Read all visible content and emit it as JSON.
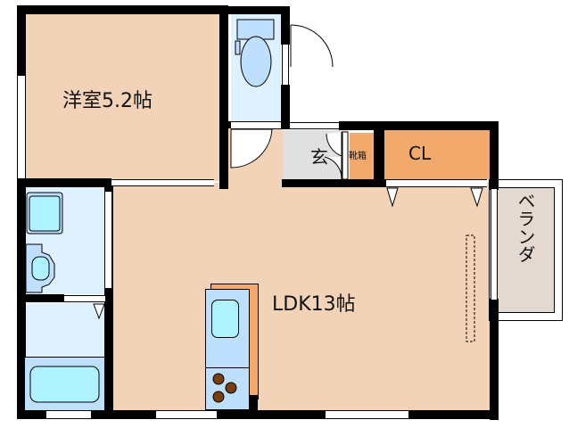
{
  "floorplan": {
    "rooms": {
      "western_room": {
        "label": "洋室5.2帖",
        "color": "#f2d3b8"
      },
      "ldk": {
        "label": "LDK13帖",
        "color": "#f2d3b8"
      },
      "entrance": {
        "label": "玄",
        "color": "#e0e0e0"
      },
      "shoe_box": {
        "label": "靴箱",
        "color": "#f2a96c"
      },
      "closet": {
        "label": "CL",
        "color": "#f2a96c"
      },
      "veranda": {
        "label": "ベランダ",
        "color": "#e3d9d1"
      },
      "toilet": {
        "label": "",
        "color": "#dff0ff"
      },
      "washroom": {
        "label": "",
        "color": "#dff0ff"
      },
      "bathroom": {
        "label": "",
        "color": "#dff0ff"
      }
    },
    "colors": {
      "wall": "#000000",
      "fixture_light": "#bfdfff",
      "fixture_water": "#aef3ff",
      "burner": "#7a3f10"
    }
  }
}
